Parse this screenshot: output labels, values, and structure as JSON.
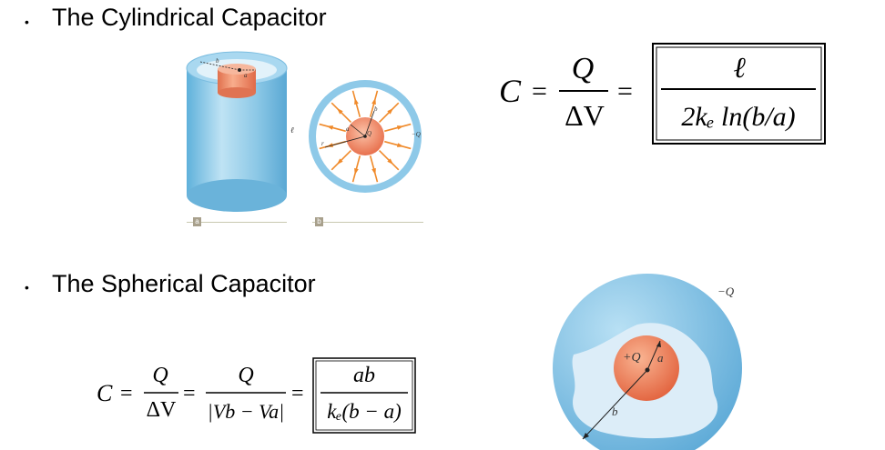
{
  "slide": {
    "bullet_char": "•",
    "items": [
      {
        "heading": "The Cylindrical Capacitor"
      },
      {
        "heading": "The Spherical Capacitor"
      }
    ]
  },
  "cylindrical": {
    "formula": {
      "lhs": "C",
      "eq": "=",
      "numerator": "Q",
      "denominator": "ΔV",
      "eq2": "=",
      "boxed_numerator": "ℓ",
      "boxed_denominator": "2kₑ ln(b/a)"
    },
    "figure_a": {
      "caption": "a",
      "labels": {
        "b": "b",
        "a": "a",
        "length": "ℓ"
      }
    },
    "figure_b": {
      "caption": "b",
      "labels": {
        "b": "b",
        "a": "a",
        "center": "Q",
        "r": "r",
        "outer_charge": "−Q"
      }
    }
  },
  "spherical": {
    "formula": {
      "lhs": "C",
      "eq1": "=",
      "frac1_num": "Q",
      "frac1_den": "ΔV",
      "eq2": "=",
      "frac2_num": "Q",
      "frac2_den": "|Vb − Va|",
      "eq3": "=",
      "boxed_num": "ab",
      "boxed_den": "kₑ(b − a)"
    },
    "figure": {
      "labels": {
        "outer_charge": "−Q",
        "inner_charge": "+Q",
        "a": "a",
        "b": "b"
      }
    }
  },
  "colors": {
    "shell_blue": "#8ec9e8",
    "shell_light": "#d7ecf8",
    "core_orange": "#ec7c56",
    "field_arrow": "#f08a2a"
  }
}
